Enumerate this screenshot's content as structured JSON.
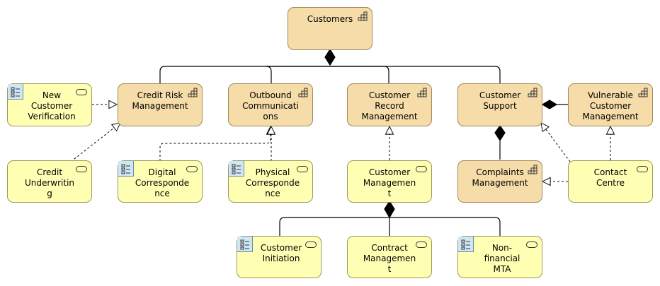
{
  "diagram": {
    "nodes": {
      "customers": {
        "label": "Customers"
      },
      "new_customer_verification": {
        "label": "New\nCustomer\nVerification"
      },
      "credit_risk_management": {
        "label": "Credit Risk\nManagement"
      },
      "outbound_communications": {
        "label": "Outbound\nCommunicati\nons"
      },
      "customer_record_management": {
        "label": "Customer\nRecord\nManagement"
      },
      "customer_support": {
        "label": "Customer\nSupport"
      },
      "vulnerable_customer_management": {
        "label": "Vulnerable\nCustomer\nManagement"
      },
      "credit_underwriting": {
        "label": "Credit\nUnderwritin\ng"
      },
      "digital_correspondence": {
        "label": "Digital\nCorresponde\nnce"
      },
      "physical_correspondence": {
        "label": "Physical\nCorresponde\nnce"
      },
      "customer_management": {
        "label": "Customer\nManagemen\nt"
      },
      "complaints_management": {
        "label": "Complaints\nManagement"
      },
      "contact_centre": {
        "label": "Contact\nCentre"
      },
      "customer_initiation": {
        "label": "Customer\nInitiation"
      },
      "contract_management": {
        "label": "Contract\nManagemen\nt"
      },
      "non_financial_mta": {
        "label": "Non-\nfinancial\nMTA"
      }
    },
    "colors": {
      "capability_fill": "#f5dca8",
      "service_fill": "#ffffb4",
      "process_icon_fill": "#cfe6f5",
      "line": "#000000"
    }
  }
}
